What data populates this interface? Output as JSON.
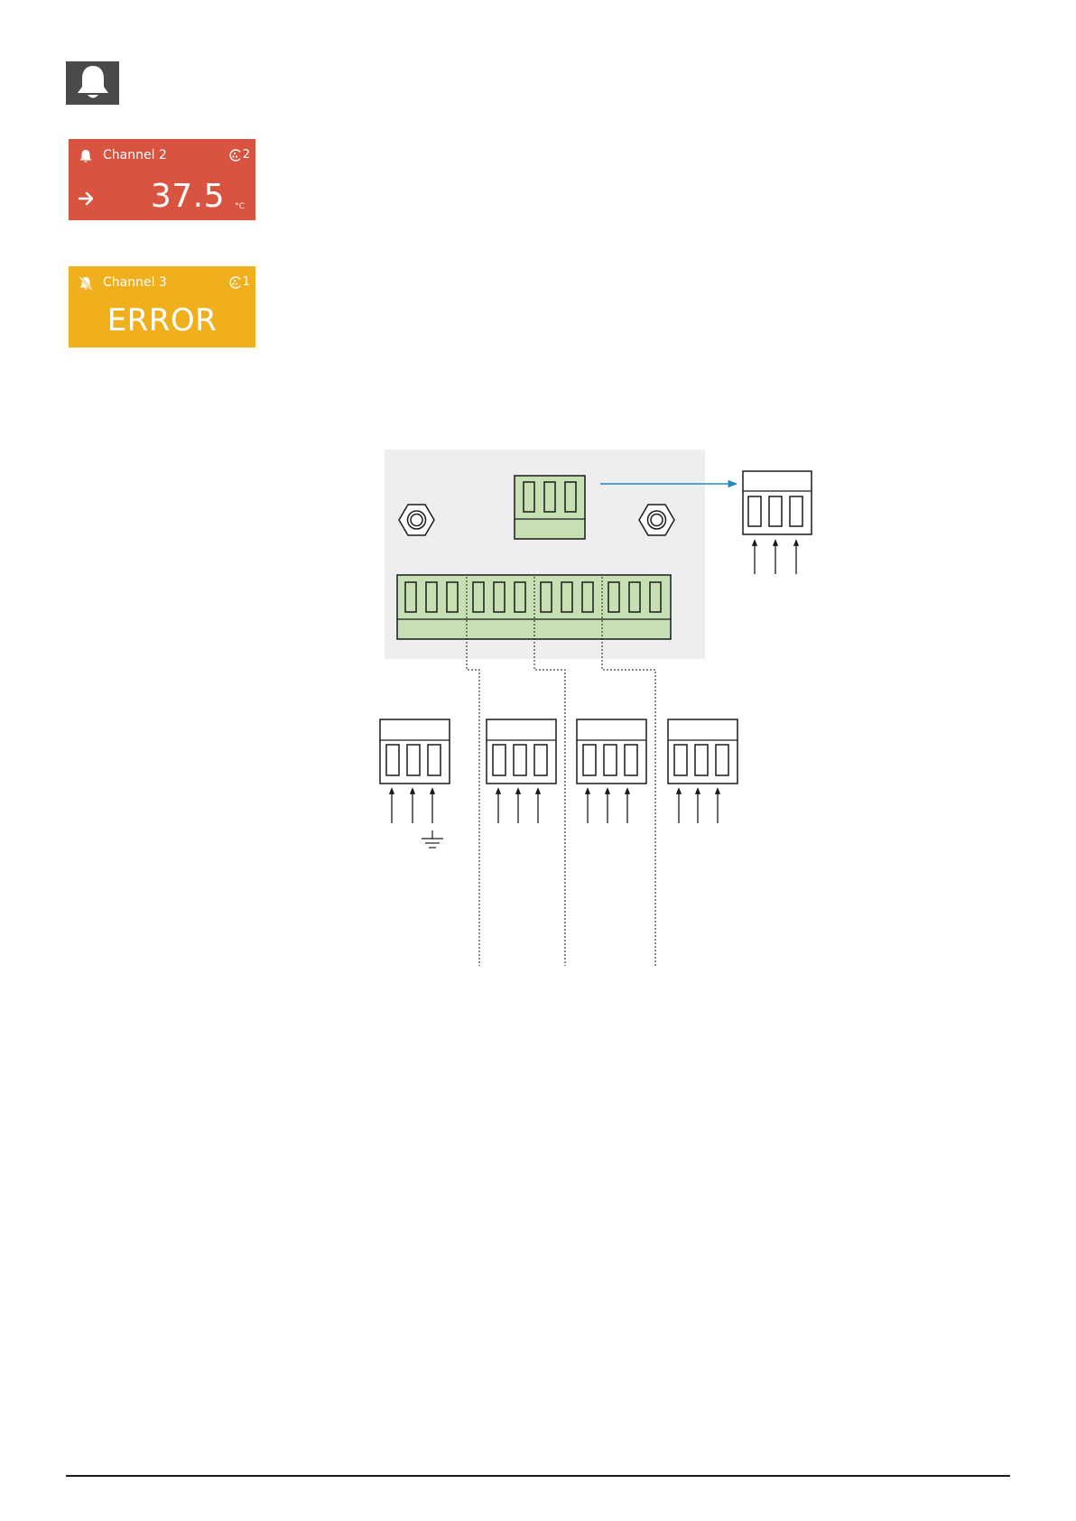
{
  "header_icon": {
    "icon": "bell-icon",
    "background": "#4a4a4a"
  },
  "channel_cards": [
    {
      "name": "Channel 2",
      "status_icon": "bell-icon",
      "sensor_icon": "sensor-icon",
      "sensor_count": "2",
      "trend_icon": "arrow-right-icon",
      "value": "37.5",
      "unit": "°C",
      "color": "#d95440"
    },
    {
      "name": "Channel 3",
      "status_icon": "bell-muted-icon",
      "sensor_icon": "sensor-icon",
      "sensor_count": "1",
      "value": "ERROR",
      "color": "#f0af1d"
    }
  ],
  "wiring_diagram": {
    "colors": {
      "panel": "#eeeeee",
      "terminal": "#c6e0b4",
      "signal": "#1f8ac9",
      "line": "#1a1a1a"
    }
  }
}
